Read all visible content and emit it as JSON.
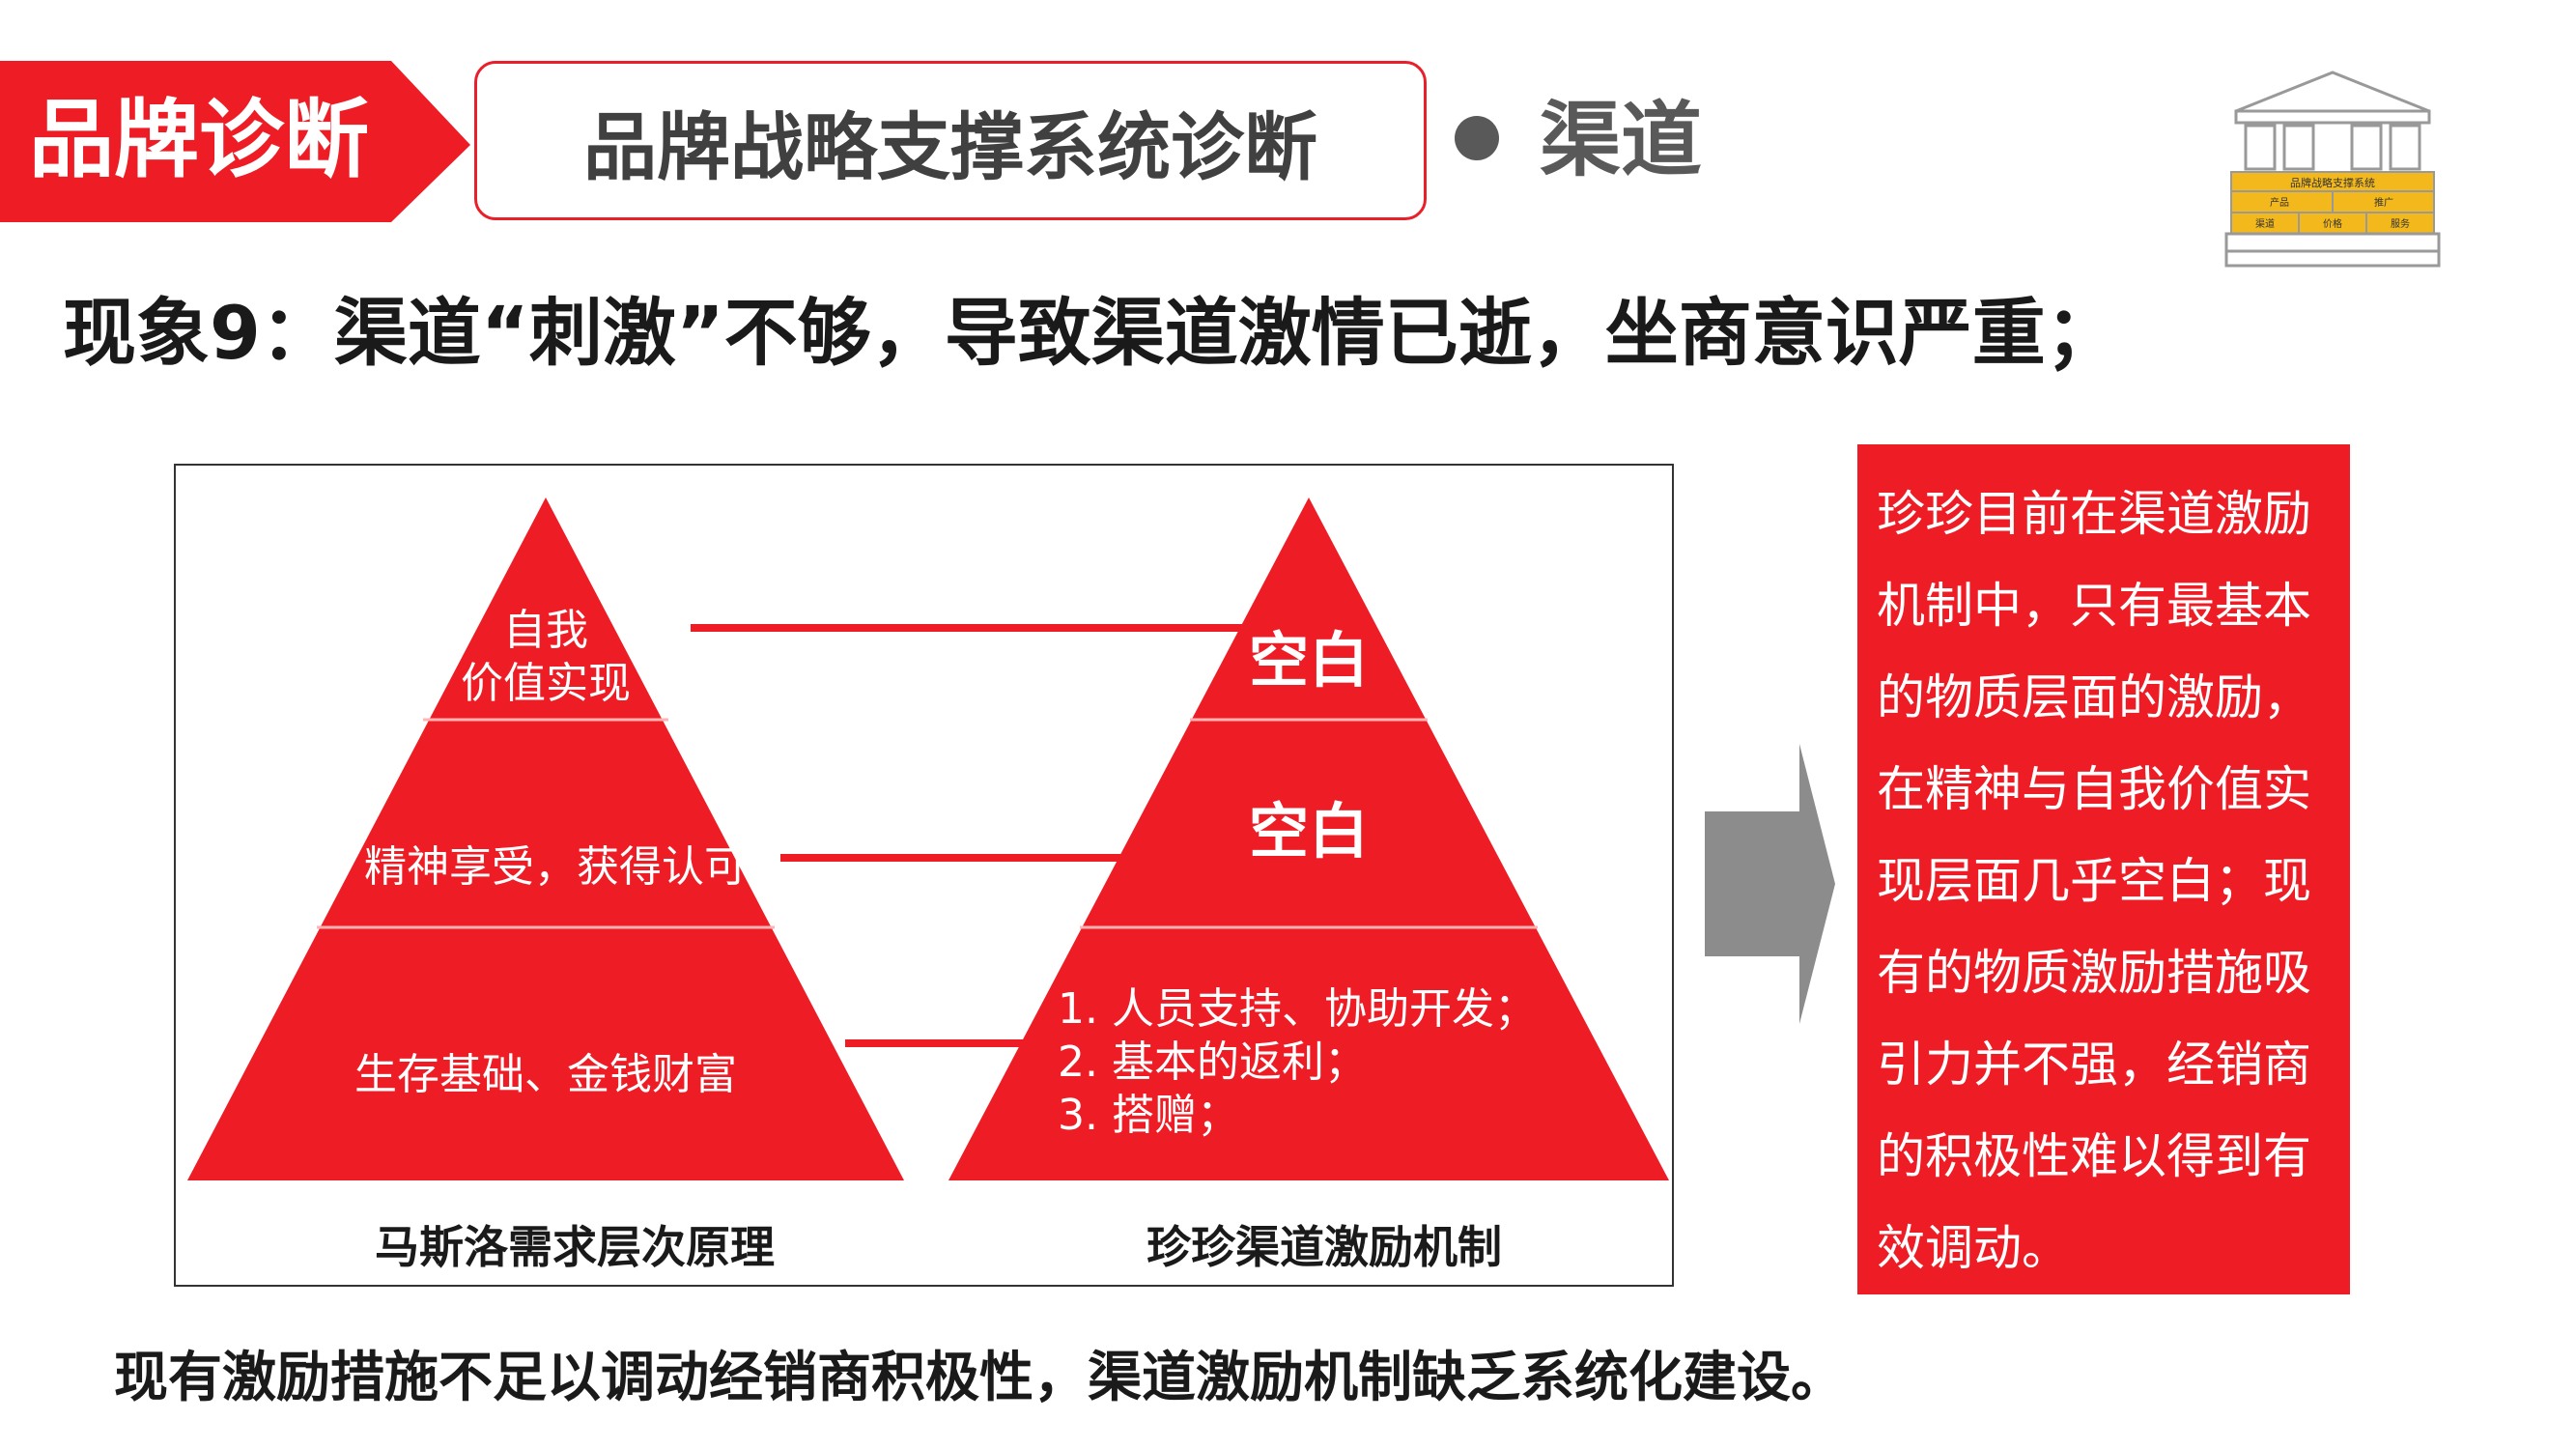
{
  "header": {
    "tag": "品牌诊断",
    "subtitle": "品牌战略支撑系统诊断",
    "section": "渠道",
    "phenomenon": "现象9：渠道“刺激”不够，导致渠道激情已逝，坐商意识严重；"
  },
  "maslow": {
    "levels": [
      "自我\n价值实现",
      "精神享受，获得认可",
      "生存基础、金钱财富"
    ],
    "caption": "马斯洛需求层次原理"
  },
  "zhenzhen": {
    "levels": [
      "空白",
      "空白"
    ],
    "items": [
      "1.  人员支持、协助开发；",
      "2.  基本的返利；",
      "3.  搭赠；"
    ],
    "caption": "珍珍渠道激励机制"
  },
  "note": {
    "lines": [
      "珍珍目前在渠道激励",
      "机制中，只有最基本",
      "的物质层面的激励，",
      "在精神与自我价值实",
      "现层面几乎空白；现",
      "有的物质激励措施吸",
      "引力并不强，经销商",
      "的积极性难以得到有",
      "效调动。"
    ]
  },
  "conclusion": "现有激励措施不足以调动经销商积极性，渠道激励机制缺乏系统化建设。",
  "logo": {
    "banner": "品牌战略支撑系统",
    "cells": [
      "产品",
      "推广",
      "渠道",
      "价格",
      "服务"
    ]
  },
  "colors": {
    "brand_red": "#ee1c25",
    "dark_text": "#1a1a1a",
    "gray_text": "#595959",
    "arrow_gray": "#8c8c8c",
    "logo_gold": "#f2b81c"
  }
}
